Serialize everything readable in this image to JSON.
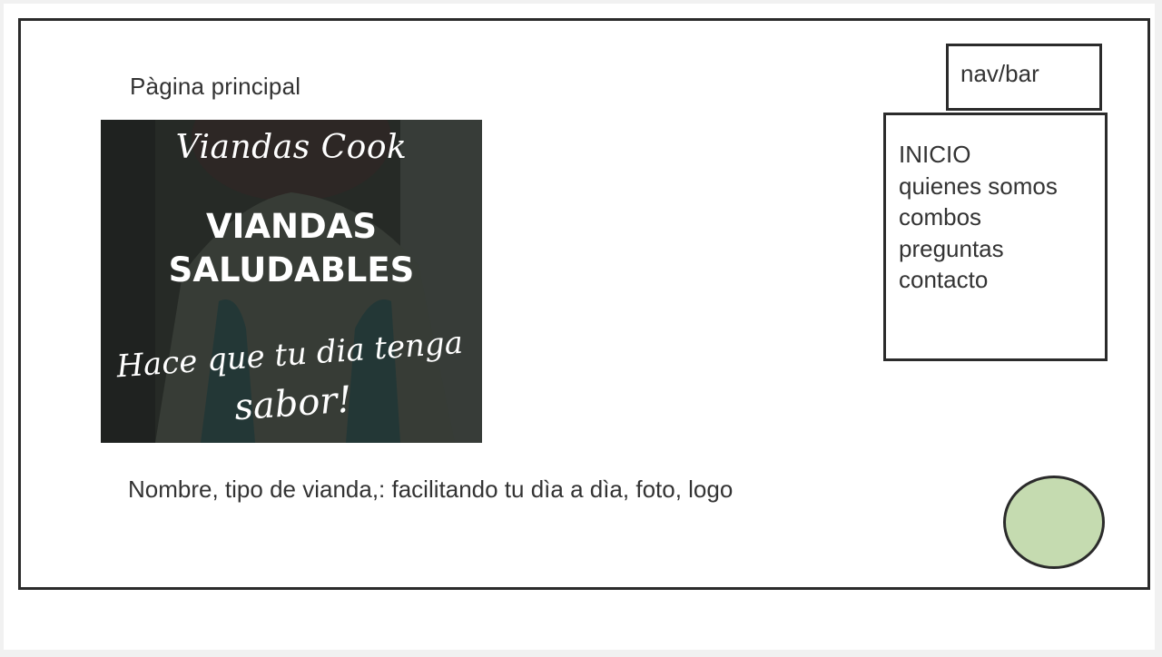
{
  "page": {
    "title": "Pàgina principal",
    "caption": "Nombre, tipo de vianda,: facilitando tu dìa a dìa, foto, logo"
  },
  "hero": {
    "brand": "Viandas Cook",
    "headline_line1": "VIANDAS",
    "headline_line2": "SALUDABLES",
    "slogan_line1": "Hace que tu dia tenga",
    "slogan_line2": "sabor!"
  },
  "nav": {
    "label": "nav/bar",
    "items": [
      "INICIO",
      "quienes somos",
      "combos",
      "preguntas",
      "contacto"
    ]
  },
  "logo": {
    "icon": "logo-placeholder-circle",
    "color": "#c5dbb0"
  },
  "colors": {
    "border": "#2b2b2b",
    "text": "#333333",
    "background": "#ffffff"
  }
}
